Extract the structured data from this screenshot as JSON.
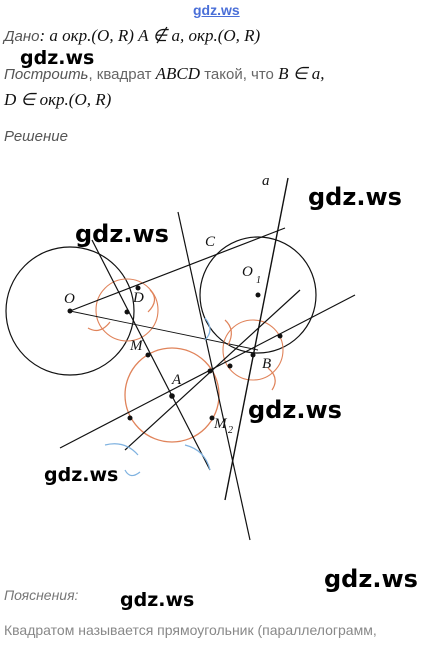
{
  "header": {
    "site": "gdz.ws"
  },
  "given": {
    "label": "Дано",
    "formula": ": a  окр.(O, R)  A ∉ a, окр.(O, R)"
  },
  "construct": {
    "label": "Построить",
    "text": ", квадрат ",
    "abcd": "ABCD",
    "text2": " такой, что ",
    "cond1": "B ∈ a,",
    "cond2": "D ∈ окр.(O, R)"
  },
  "solution": {
    "label": "Решение"
  },
  "figure": {
    "points": {
      "a": "a",
      "C": "C",
      "O1": "O",
      "O1sub": "1",
      "O": "O",
      "D": "D",
      "M": "M",
      "A": "A",
      "B": "B",
      "M2": "M",
      "M2sub": "2"
    }
  },
  "explanations": {
    "label": "Пояснения:"
  },
  "definition": {
    "text": "Квадратом называется прямоугольник (параллелограмм,"
  },
  "watermarks": [
    "gdz.ws",
    "gdz.ws",
    "gdz.ws",
    "gdz.ws",
    "gdz.ws",
    "gdz.ws",
    "gdz.ws"
  ],
  "colors": {
    "link": "#4a6fd8",
    "arc_orange": "#e0835a",
    "arc_blue": "#7fb2e0"
  }
}
